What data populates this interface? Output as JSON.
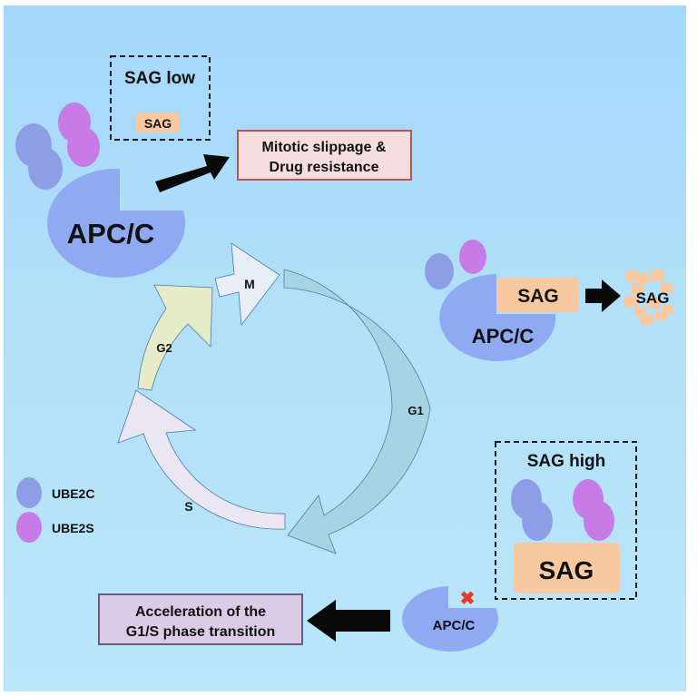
{
  "colors": {
    "background": "#a8daf8",
    "apc": "#8faaf2",
    "ube2c": "#8e9ee6",
    "ube2s": "#c77be6",
    "sag": "#f8c9a0",
    "outcome_top_fill": "#f6dede",
    "outcome_top_border": "#c0504d",
    "outcome_bottom_fill": "#dccbe6",
    "outcome_bottom_border": "#6a5a80",
    "g1": "#a6d4e2",
    "s": "#ebe6f3",
    "g2": "#e6ecc8",
    "m": "#e8eef6",
    "cross": "#e8392b"
  },
  "sag_low": {
    "title": "SAG low",
    "sag_label": "SAG",
    "complex_label": "APC/C",
    "outcome": {
      "line1": "Mitotic slippage &",
      "line2": "Drug resistance"
    }
  },
  "degradation": {
    "complex_label": "APC/C",
    "sag_label": "SAG",
    "degraded_label": "SAG"
  },
  "cell_cycle": {
    "phases": [
      {
        "id": "M",
        "label": "M"
      },
      {
        "id": "G1",
        "label": "G1"
      },
      {
        "id": "S",
        "label": "S"
      },
      {
        "id": "G2",
        "label": "G2"
      }
    ]
  },
  "legend": {
    "items": [
      {
        "label": "UBE2C",
        "color_key": "ube2c"
      },
      {
        "label": "UBE2S",
        "color_key": "ube2s"
      }
    ]
  },
  "sag_high": {
    "title": "SAG high",
    "sag_label": "SAG",
    "complex_label": "APC/C",
    "inhibited_marker": "✖",
    "outcome": {
      "line1": "Acceleration of the",
      "line2": "G1/S phase transition"
    }
  }
}
